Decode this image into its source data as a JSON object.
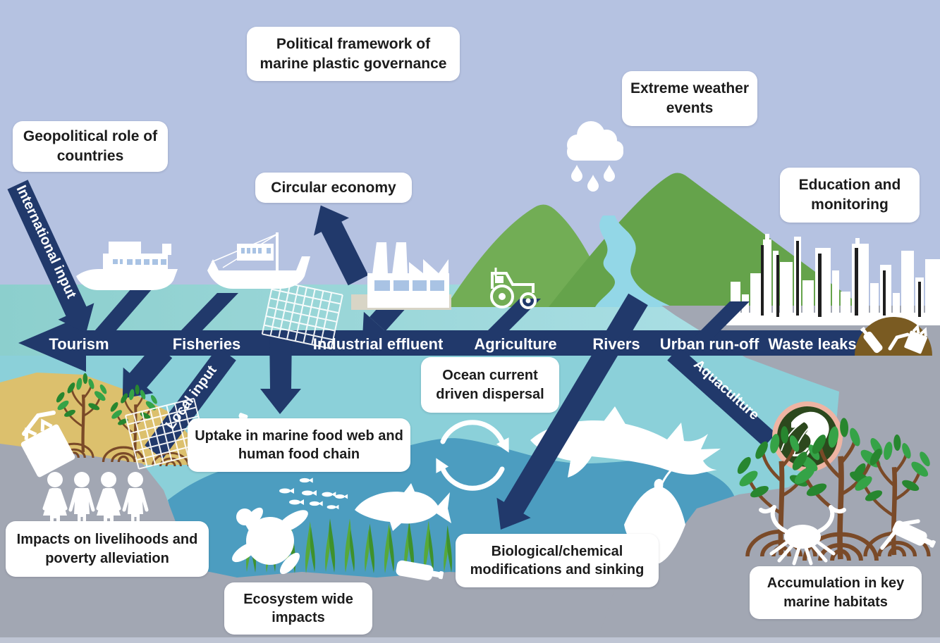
{
  "figure": {
    "title_hint": "Marine plastic pollution sources, dispersal and impacts diagram",
    "boxes": {
      "political_framework": "Political framework of marine plastic governance",
      "geopolitical": "Geopolitical role of countries",
      "circular_economy": "Circular economy",
      "extreme_weather": "Extreme weather events",
      "education": "Education and monitoring",
      "ocean_current": "Ocean current driven dispersal",
      "uptake": "Uptake in marine food web and human food chain",
      "impacts_livelihoods": "Impacts on livelihoods and poverty alleviation",
      "ecosystem": "Ecosystem wide impacts",
      "biological": "Biological/chemical modifications and sinking",
      "accumulation": "Accumulation in key marine habitats"
    },
    "band": {
      "labels": [
        "Tourism",
        "Fisheries",
        "Industrial effluent",
        "Agriculture",
        "Rivers",
        "Urban run-off",
        "Waste leaks"
      ]
    },
    "rotated_labels": {
      "international": "International input",
      "local": "Local input",
      "aquaculture": "Aquaculture"
    },
    "icons": [
      "cruise-ship-icon",
      "fishing-boat-icon",
      "factory-icon",
      "tractor-icon",
      "rain-cloud-icon",
      "city-skyline-icon",
      "waste-dome-icon",
      "shrimp-badge-icon",
      "ocean-current-cycle-icon",
      "fishing-net-icon",
      "plastic-bottle-icon",
      "plastic-bag-icon",
      "straw-icon",
      "mangrove-icon",
      "people-icon",
      "sea-turtle-icon",
      "tuna-icon",
      "fish-school-icon",
      "whale-shark-icon",
      "manta-ray-icon",
      "crab-icon",
      "seagrass-icon"
    ],
    "palette": {
      "sky": "#b5c2e1",
      "sea_surface_left": "#8ccfcd",
      "sea_surface_right": "#a9dee4",
      "sea_mid": "#8bd0d9",
      "sea_deep": "#4c9dc0",
      "arrow_navy": "#21396b",
      "land_gray": "#a2a7b3",
      "sand": "#dcc06d",
      "mountain_green": "#6ca750",
      "river_blue": "#93d7e7",
      "waste_brown": "#7a5b22",
      "badge_pink": "#eeb4a3",
      "badge_green": "#2c481d",
      "box_text": "#1c1c1c"
    }
  }
}
